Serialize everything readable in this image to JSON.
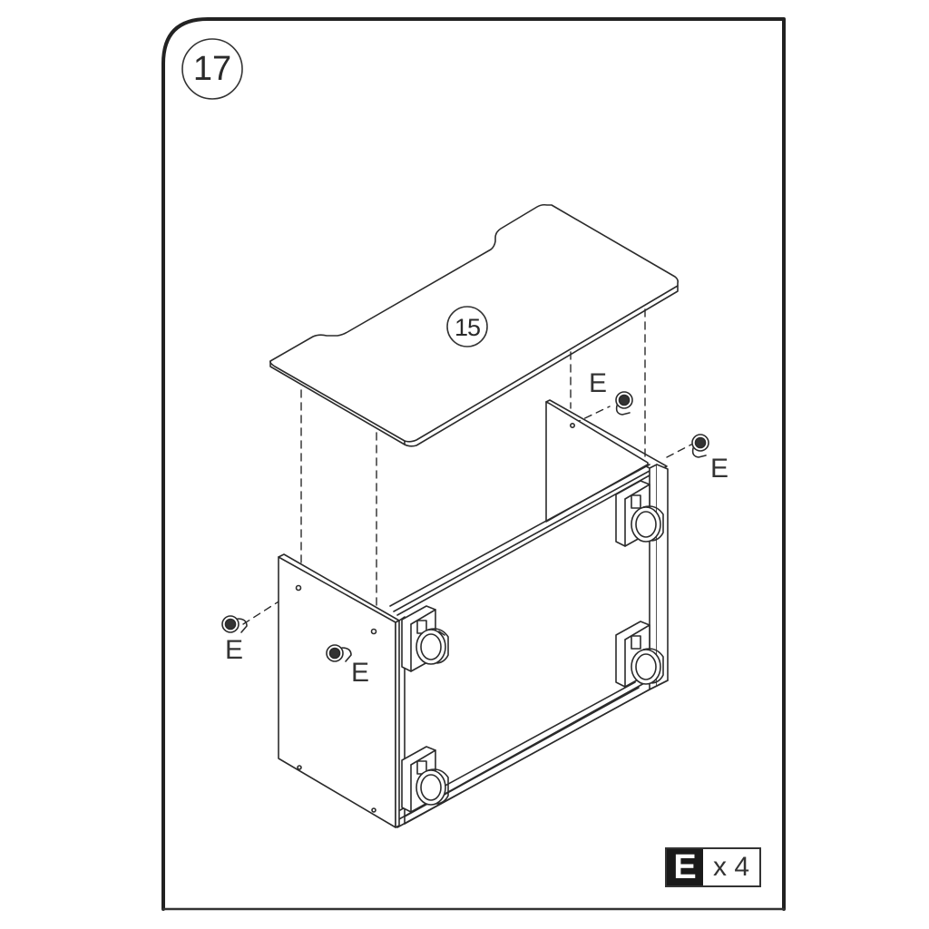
{
  "step": {
    "number": "17"
  },
  "parts": {
    "desktop_panel": {
      "label": "15"
    }
  },
  "fasteners": {
    "code": "E",
    "callouts": [
      {
        "id": "E-top-back",
        "label": "E"
      },
      {
        "id": "E-right-back",
        "label": "E"
      },
      {
        "id": "E-left-front",
        "label": "E"
      },
      {
        "id": "E-center-front",
        "label": "E"
      }
    ]
  },
  "quantity_box": {
    "code": "E",
    "count": "x 4"
  },
  "colors": {
    "line": "#2b2b2b",
    "background": "#ffffff",
    "badge_fill": "#1a1a1a"
  }
}
